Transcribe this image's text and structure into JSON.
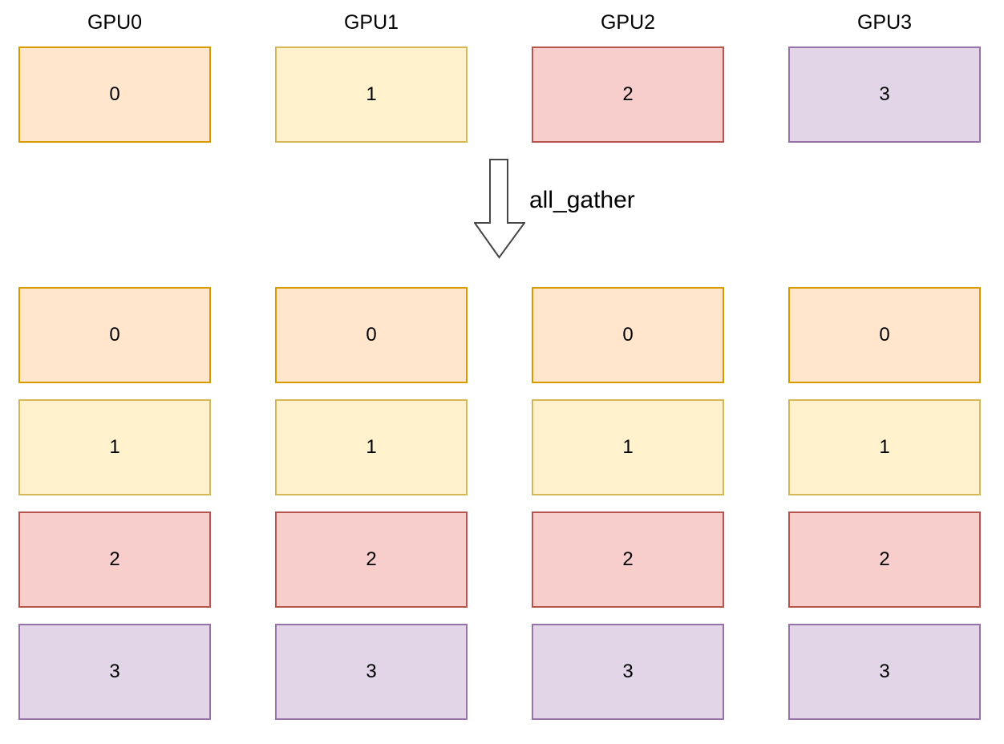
{
  "top": {
    "columns": [
      {
        "label": "GPU0",
        "shard": {
          "value": "0",
          "color": "orange"
        }
      },
      {
        "label": "GPU1",
        "shard": {
          "value": "1",
          "color": "yellow"
        }
      },
      {
        "label": "GPU2",
        "shard": {
          "value": "2",
          "color": "red"
        }
      },
      {
        "label": "GPU3",
        "shard": {
          "value": "3",
          "color": "purple"
        }
      }
    ]
  },
  "operation": {
    "label": "all_gather",
    "icon": "down-arrow-icon"
  },
  "bottom": {
    "columns": [
      {
        "shards": [
          {
            "value": "0"
          },
          {
            "value": "1"
          },
          {
            "value": "2"
          },
          {
            "value": "3"
          }
        ]
      },
      {
        "shards": [
          {
            "value": "0"
          },
          {
            "value": "1"
          },
          {
            "value": "2"
          },
          {
            "value": "3"
          }
        ]
      },
      {
        "shards": [
          {
            "value": "0"
          },
          {
            "value": "1"
          },
          {
            "value": "2"
          },
          {
            "value": "3"
          }
        ]
      },
      {
        "shards": [
          {
            "value": "0"
          },
          {
            "value": "1"
          },
          {
            "value": "2"
          },
          {
            "value": "3"
          }
        ]
      }
    ]
  },
  "palette": {
    "shard0": {
      "fill": "#FFE6CC",
      "border": "#D79B00"
    },
    "shard1": {
      "fill": "#FFF2CC",
      "border": "#D6B656"
    },
    "shard2": {
      "fill": "#F8CECC",
      "border": "#B85450"
    },
    "shard3": {
      "fill": "#E1D5E7",
      "border": "#9673A6"
    },
    "arrow_stroke": "#474747",
    "arrow_fill": "#FFFFFF",
    "text": "#000000"
  }
}
